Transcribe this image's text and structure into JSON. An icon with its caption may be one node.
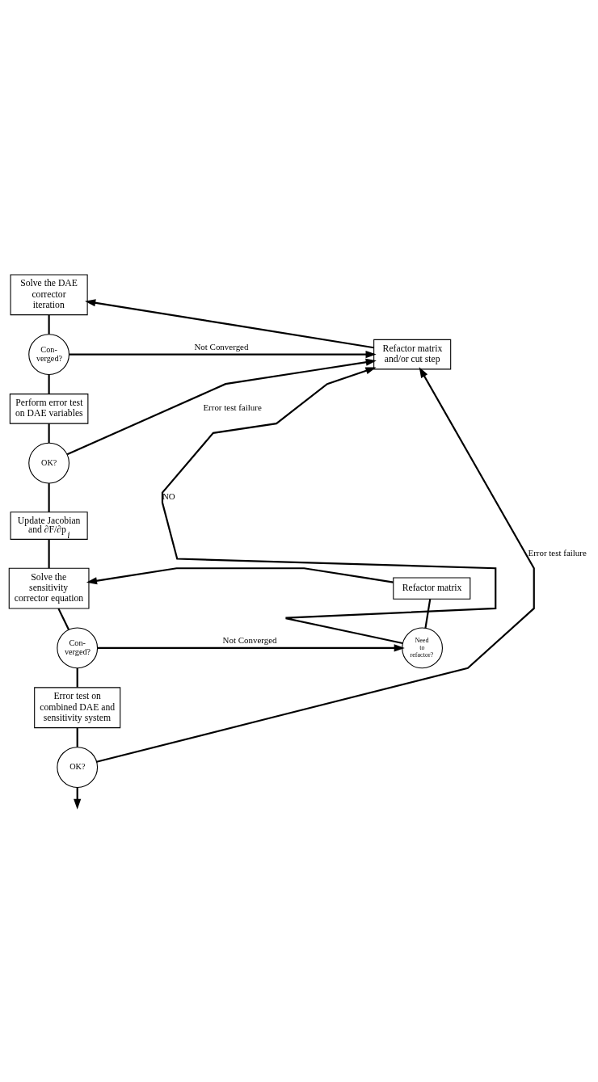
{
  "diagram": {
    "nodes": [
      {
        "text": [
          "Solve the DAE corrector iteration"
        ]
      },
      {
        "text": [
          "Con- verged?"
        ]
      },
      {
        "text": [
          "Refactor matrix and/or cut step"
        ]
      },
      {
        "text": [
          "Perform error test on DAE variables"
        ]
      },
      {
        "text": [
          "OK?"
        ]
      },
      {
        "text": [
          "Update Jacobian and ∂F/∂p$_{i}$"
        ]
      },
      {
        "text": [
          "Solve the sensitivity corrector equation"
        ]
      },
      {
        "text": [
          "Refactor matrix"
        ]
      },
      {
        "text": [
          "Con- verged?"
        ]
      },
      {
        "text": [
          "Need to refactor?"
        ]
      },
      {
        "text": [
          "Error test on combined DAE and sensitivity system"
        ]
      },
      {
        "text": [
          "OK?"
        ]
      }
    ],
    "edges": [
      {
        "from": 0,
        "to": 1,
        "arrow": "none"
      },
      {
        "from": 1,
        "to": 2,
        "arrow": "to",
        "label": "Not Converged"
      },
      {
        "from": 2,
        "to": 0,
        "arrow": "to"
      },
      {
        "from": 1,
        "to": 3,
        "arrow": "none"
      },
      {
        "from": 3,
        "to": 4,
        "arrow": "none"
      },
      {
        "from": 4,
        "to": 2,
        "arrow": "to",
        "label": "Error test failure"
      },
      {
        "from": 4,
        "to": 5,
        "arrow": "none"
      },
      {
        "from": 5,
        "to": 6,
        "arrow": "none"
      },
      {
        "from": 7,
        "to": 6,
        "arrow": "to"
      },
      {
        "from": 7,
        "to": 9,
        "arrow": "none"
      },
      {
        "from": 6,
        "to": 8,
        "arrow": "none"
      },
      {
        "from": 8,
        "to": 9,
        "arrow": "to",
        "label": "Not Converged"
      },
      {
        "from": 9,
        "to": 2,
        "arrow": "to",
        "label": "NO"
      },
      {
        "from": 8,
        "to": 10,
        "arrow": "none"
      },
      {
        "from": 10,
        "to": 11,
        "arrow": "none"
      },
      {
        "from": 11,
        "to": 2,
        "arrow": "to",
        "label": "Error test failure"
      },
      {
        "from": 11,
        "to": null,
        "arrow": "to"
      }
    ]
  }
}
